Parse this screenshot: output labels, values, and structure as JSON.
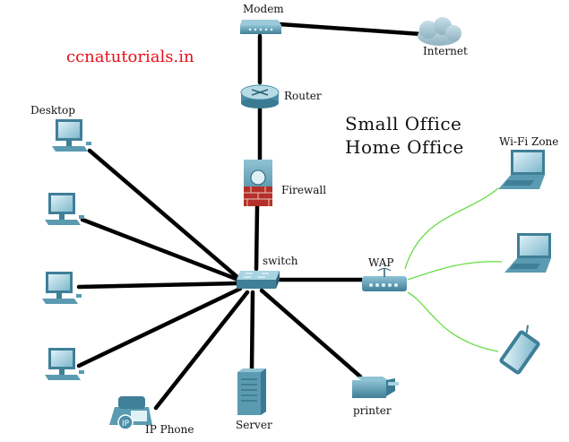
{
  "brand": "ccnatutorials.in",
  "title": {
    "line1": "Small Office",
    "line2": "Home Office"
  },
  "labels": {
    "modem": "Modem",
    "internet": "Internet",
    "router": "Router",
    "firewall": "Firewall",
    "switch": "switch",
    "desktop": "Desktop",
    "wap": "WAP",
    "wifi_zone": "Wi-Fi Zone",
    "server": "Server",
    "printer": "printer",
    "ip_phone": "IP Phone",
    "ip_badge": "IP"
  },
  "colors": {
    "brand": "#e8101a",
    "cable": "#000000",
    "wireless": "#66dd44",
    "device_teal": "#4a8fa8",
    "firewall_red": "#b5302a"
  }
}
